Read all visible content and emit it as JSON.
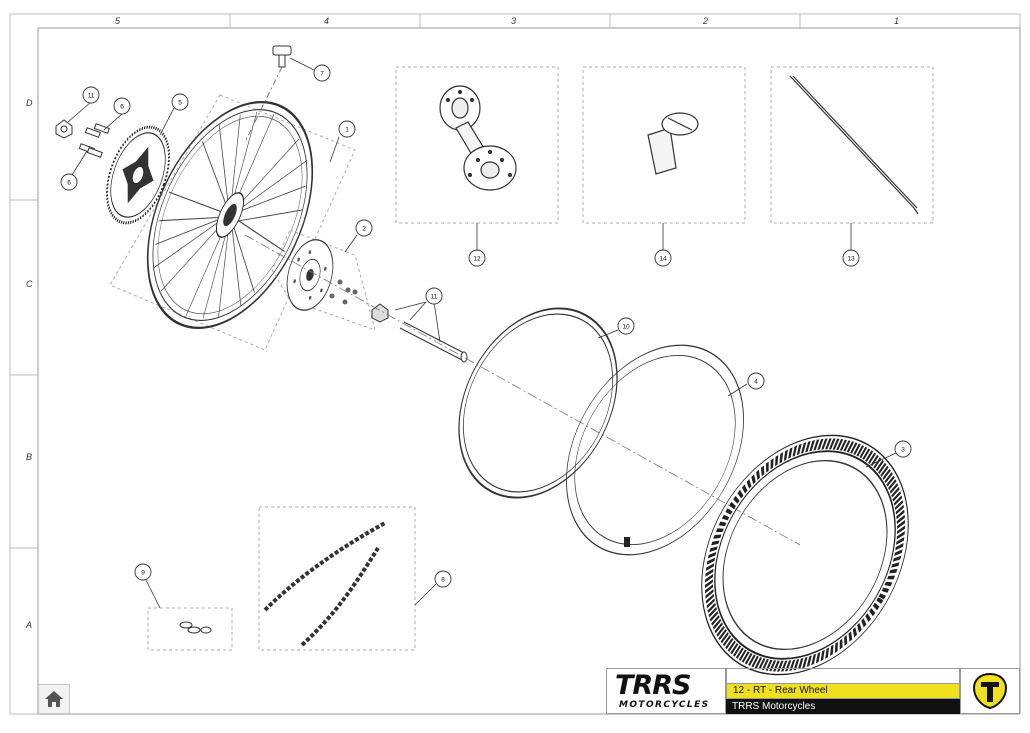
{
  "grid": {
    "columns": [
      "5",
      "4",
      "3",
      "2",
      "1"
    ],
    "rows": [
      "D",
      "C",
      "B",
      "A"
    ]
  },
  "callouts": {
    "c1": "1",
    "c2": "2",
    "c3": "3",
    "c4": "4",
    "c5": "5",
    "c6a": "6",
    "c6b": "6",
    "c7": "7",
    "c8": "8",
    "c9": "9",
    "c10": "10",
    "c11a": "11",
    "c11b": "11",
    "c12": "12",
    "c13": "13",
    "c14": "14"
  },
  "title_block": {
    "logo_text": "TRRS",
    "logo_subtext": "MOTORCYCLES",
    "drawing_title": "12 - RT - Rear Wheel",
    "company": "TRRS Motorcycles"
  },
  "icons": {
    "home": "home-icon",
    "emblem": "trrs-emblem-icon"
  }
}
